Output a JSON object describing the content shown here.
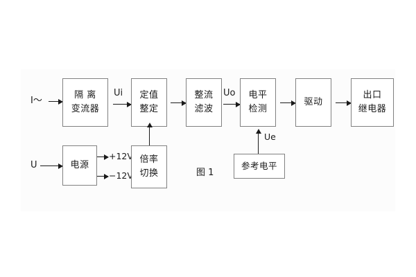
{
  "figure": {
    "caption": "图 1",
    "inputs": [
      {
        "name": "current-input",
        "label": "I～"
      },
      {
        "name": "voltage-input",
        "label": "U"
      }
    ],
    "blocks": [
      {
        "name": "isolation-transformer",
        "lines": [
          "隔 离",
          "变流器"
        ]
      },
      {
        "name": "setting-value",
        "lines": [
          "定值",
          "整定"
        ]
      },
      {
        "name": "rectifier-filter",
        "lines": [
          "整流",
          "滤波"
        ]
      },
      {
        "name": "level-detection",
        "lines": [
          "电平",
          "检测"
        ]
      },
      {
        "name": "driver",
        "lines": [
          "驱动"
        ]
      },
      {
        "name": "output-relay",
        "lines": [
          "出口",
          "继电器"
        ]
      },
      {
        "name": "power-supply",
        "lines": [
          "电源"
        ]
      },
      {
        "name": "multiplier-switch",
        "lines": [
          "倍率",
          "切换"
        ]
      },
      {
        "name": "reference-level",
        "lines": [
          "参考电平"
        ]
      }
    ],
    "signals": [
      {
        "name": "signal-ui",
        "label": "Ui"
      },
      {
        "name": "signal-uo",
        "label": "Uo"
      },
      {
        "name": "signal-ue",
        "label": "Ue"
      }
    ],
    "rails": [
      {
        "name": "rail-positive-12v",
        "label": "+12V"
      },
      {
        "name": "rail-negative-12v",
        "label": "−12V"
      }
    ]
  }
}
